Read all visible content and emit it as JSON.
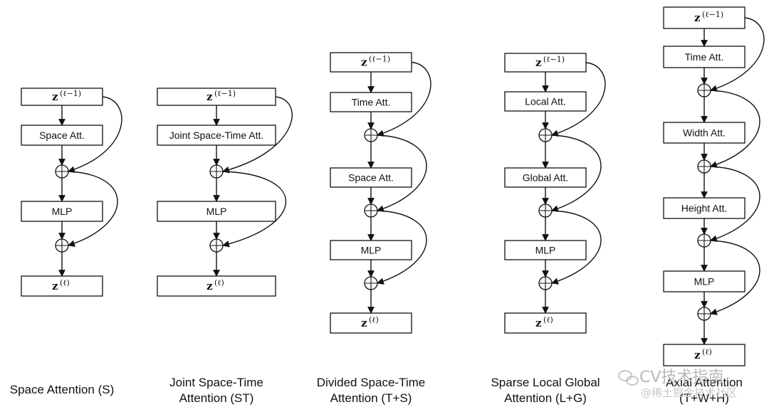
{
  "columns": [
    {
      "id": "space",
      "input_label": "z",
      "input_superscript": "(ℓ−1)",
      "blocks": [
        "Space Att.",
        "MLP"
      ],
      "output_label": "z",
      "output_superscript": "(ℓ)",
      "caption_lines": [
        "Space Attention (S)"
      ]
    },
    {
      "id": "joint",
      "input_label": "z",
      "input_superscript": "(ℓ−1)",
      "blocks": [
        "Joint Space-Time Att.",
        "MLP"
      ],
      "output_label": "z",
      "output_superscript": "(ℓ)",
      "caption_lines": [
        "Joint Space-Time",
        "Attention (ST)"
      ]
    },
    {
      "id": "divided",
      "input_label": "z",
      "input_superscript": "(ℓ−1)",
      "blocks": [
        "Time Att.",
        "Space Att.",
        "MLP"
      ],
      "output_label": "z",
      "output_superscript": "(ℓ)",
      "caption_lines": [
        "Divided Space-Time",
        "Attention (T+S)"
      ]
    },
    {
      "id": "sparse",
      "input_label": "z",
      "input_superscript": "(ℓ−1)",
      "blocks": [
        "Local Att.",
        "Global Att.",
        "MLP"
      ],
      "output_label": "z",
      "output_superscript": "(ℓ)",
      "caption_lines": [
        "Sparse Local Global",
        "Attention (L+G)"
      ]
    },
    {
      "id": "axial",
      "input_label": "z",
      "input_superscript": "(ℓ−1)",
      "blocks": [
        "Time Att.",
        "Width Att.",
        "Height Att.",
        "MLP"
      ],
      "output_label": "z",
      "output_superscript": "(ℓ)",
      "caption_lines": [
        "Axial Attention",
        "(T+W+H)"
      ]
    }
  ],
  "watermark": {
    "main": "CV技术指南",
    "sub": "@稀土掘金技术社区",
    "icon": "wechat-icon"
  },
  "colors": {
    "stroke": "#111111",
    "watermark": "#b8b8b8"
  }
}
